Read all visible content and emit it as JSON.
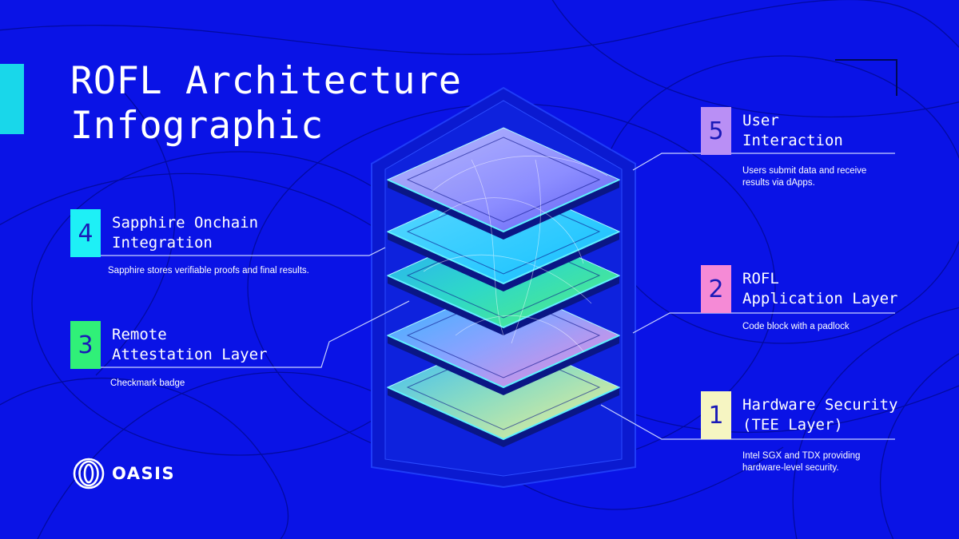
{
  "title": "ROFL Architecture Infographic",
  "colors": {
    "background": "#0a13e6",
    "accent": "#19d7ea",
    "layer1": "#f6f5c2",
    "layer2": "#f58ad6",
    "layer3": "#30f078",
    "layer4": "#1ef0f6",
    "layer5": "#b98ff5"
  },
  "layers": [
    {
      "number": "1",
      "title": "Hardware Security\n(TEE Layer)",
      "description": "Intel SGX and TDX providing\nhardware-level security."
    },
    {
      "number": "2",
      "title": "ROFL\nApplication Layer",
      "description": "Code block with a padlock"
    },
    {
      "number": "3",
      "title": "Remote\nAttestation Layer",
      "description": "Checkmark badge"
    },
    {
      "number": "4",
      "title": "Sapphire Onchain\nIntegration",
      "description": "Sapphire stores verifiable proofs and final results."
    },
    {
      "number": "5",
      "title": "User\nInteraction",
      "description": "Users submit data and receive\nresults via dApps."
    }
  ],
  "logo": {
    "word": "OASIS",
    "icon": "oasis-rings-icon"
  }
}
